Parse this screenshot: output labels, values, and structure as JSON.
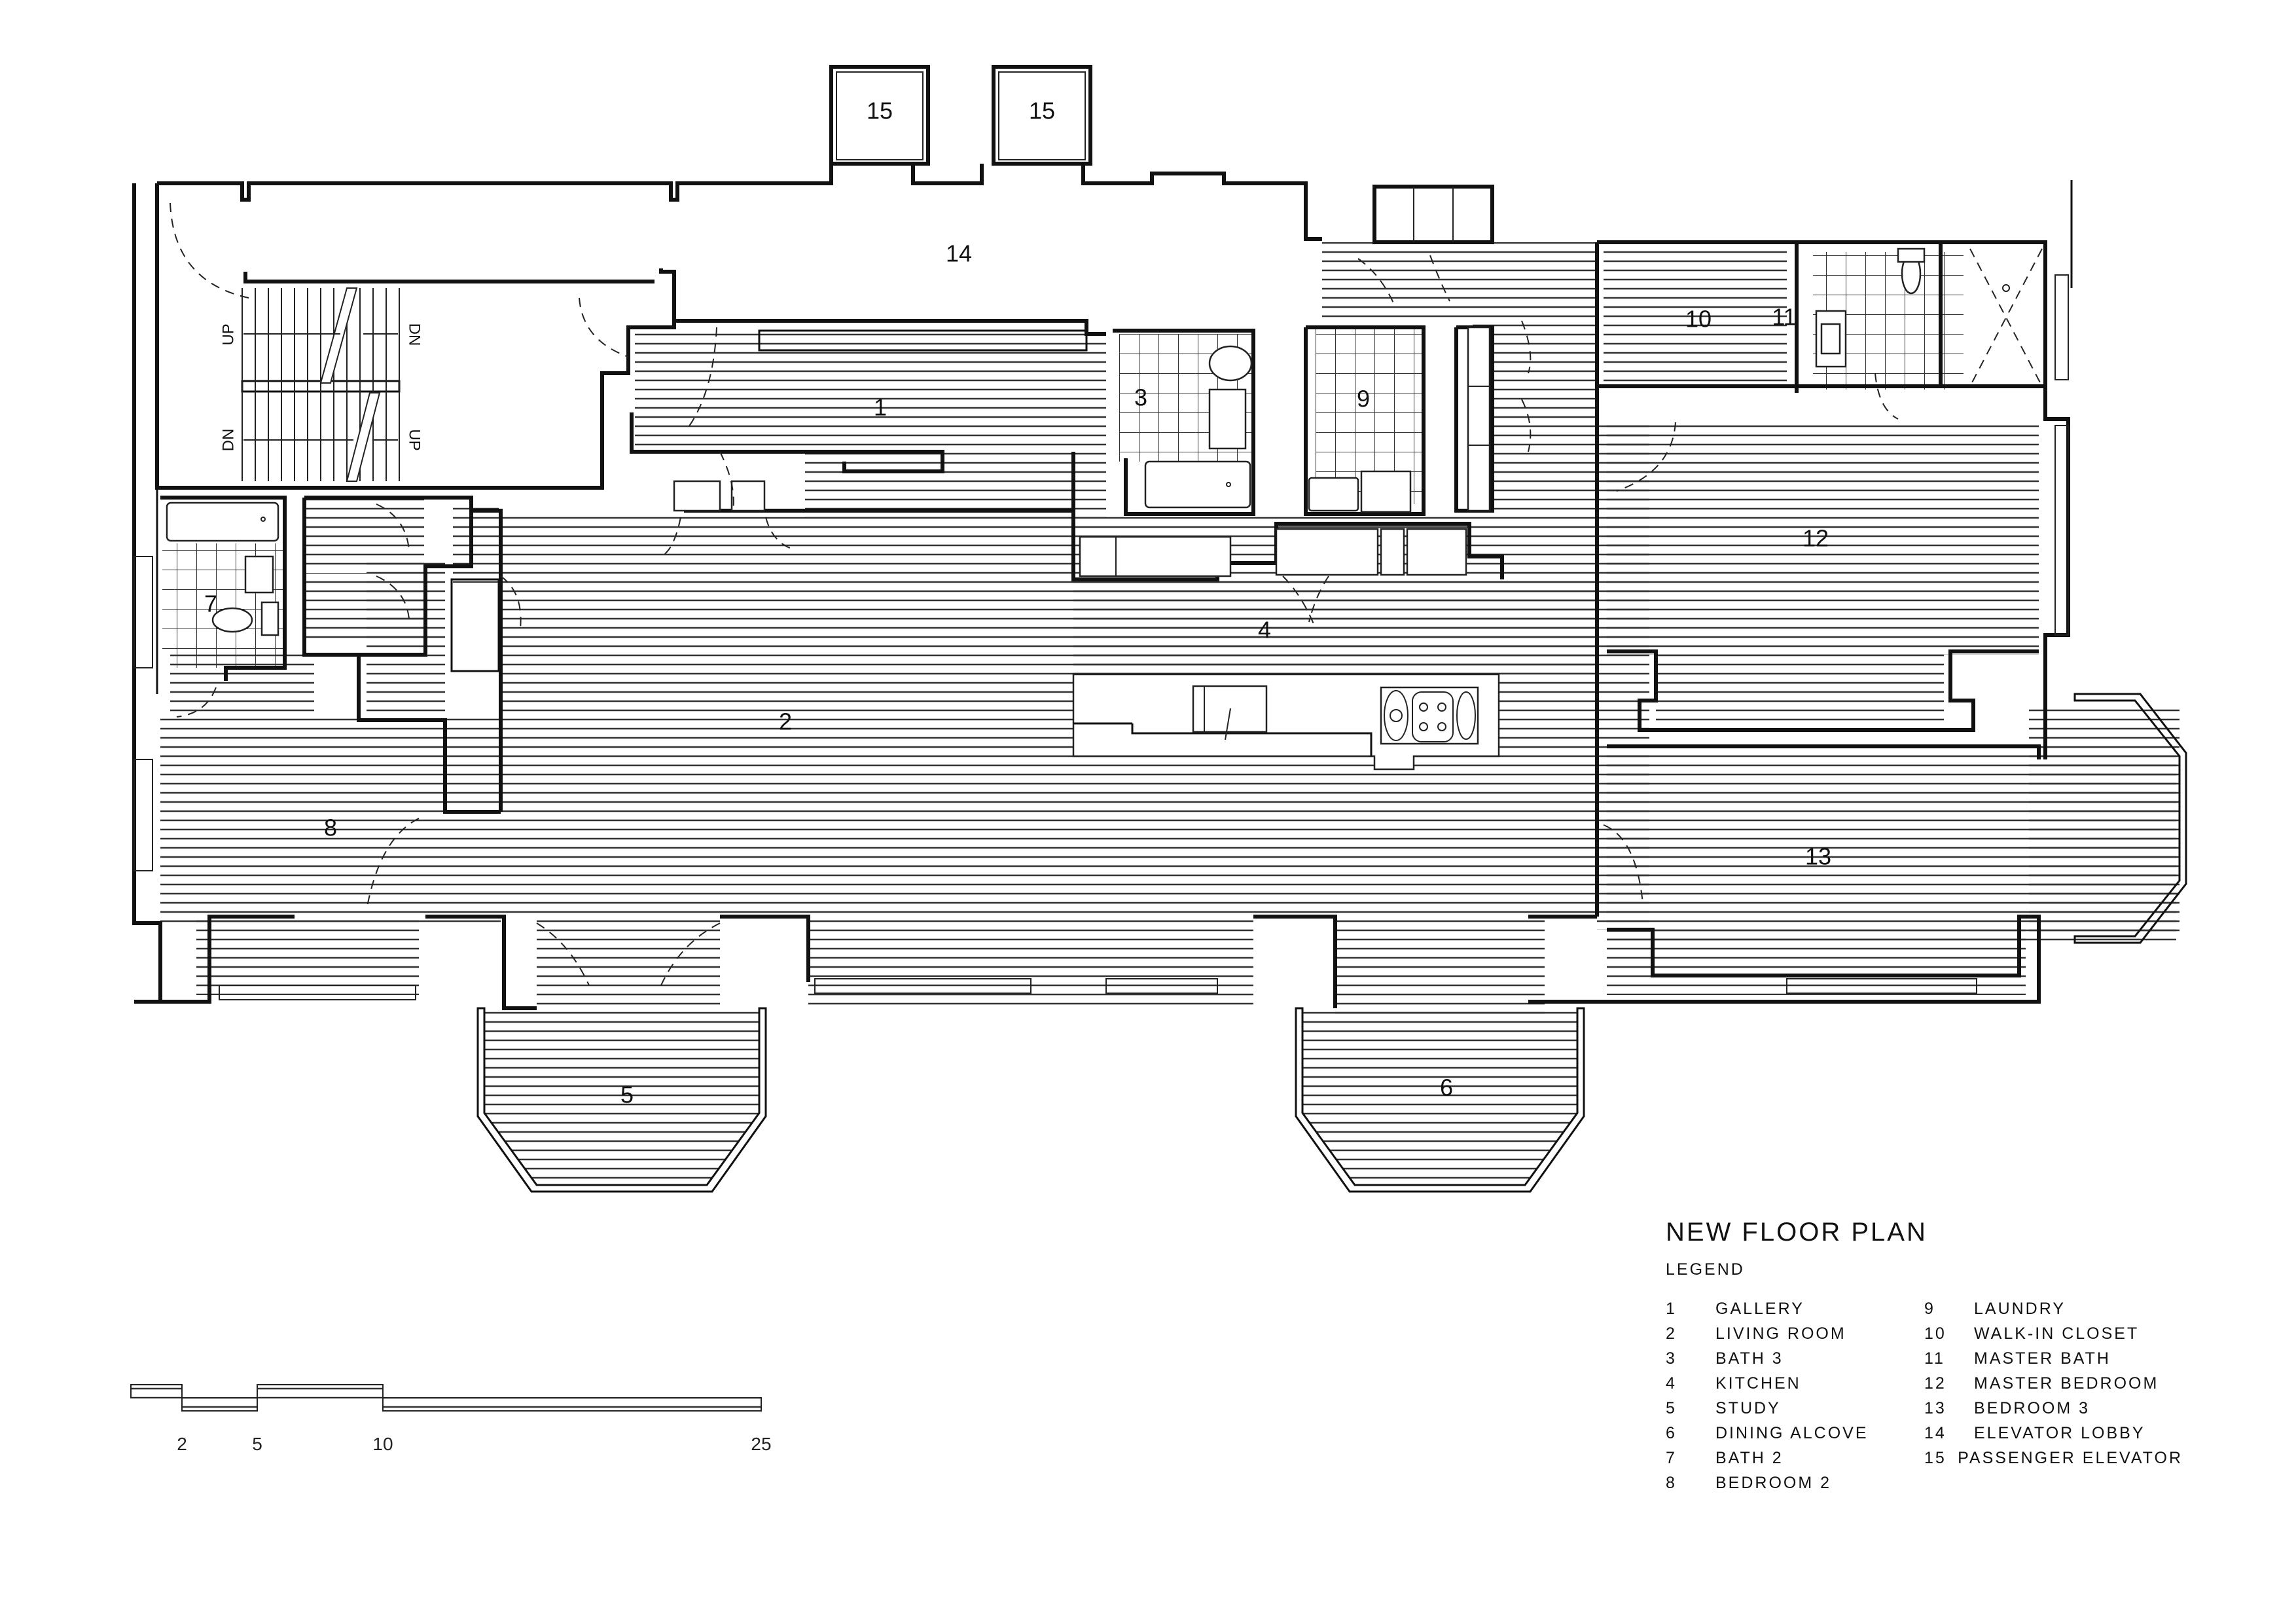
{
  "drawing": {
    "title": "NEW FLOOR PLAN",
    "legend_heading": "LEGEND"
  },
  "legend": {
    "left_column": [
      {
        "num": "1",
        "name": "GALLERY"
      },
      {
        "num": "2",
        "name": "LIVING ROOM"
      },
      {
        "num": "3",
        "name": "BATH 3"
      },
      {
        "num": "4",
        "name": "KITCHEN"
      },
      {
        "num": "5",
        "name": "STUDY"
      },
      {
        "num": "6",
        "name": "DINING ALCOVE"
      },
      {
        "num": "7",
        "name": "BATH 2"
      },
      {
        "num": "8",
        "name": "BEDROOM 2"
      }
    ],
    "right_column": [
      {
        "num": "9",
        "name": "LAUNDRY"
      },
      {
        "num": "10",
        "name": "WALK-IN CLOSET"
      },
      {
        "num": "11",
        "name": "MASTER BATH"
      },
      {
        "num": "12",
        "name": "MASTER BEDROOM"
      },
      {
        "num": "13",
        "name": "BEDROOM 3"
      },
      {
        "num": "14",
        "name": "ELEVATOR LOBBY"
      },
      {
        "num": "15",
        "name": "PASSENGER ELEVATOR"
      }
    ]
  },
  "room_labels": {
    "r1": "1",
    "r2": "2",
    "r3": "3",
    "r4": "4",
    "r5": "5",
    "r6": "6",
    "r7": "7",
    "r8": "8",
    "r9": "9",
    "r10": "10",
    "r11": "11",
    "r12": "12",
    "r13": "13",
    "r14": "14",
    "r15a": "15",
    "r15b": "15"
  },
  "stairs": {
    "upper_left": "UP",
    "upper_right": "DN",
    "lower_left": "DN",
    "lower_right": "UP"
  },
  "scale_bar": {
    "ticks": [
      "2",
      "5",
      "10",
      "25"
    ]
  }
}
